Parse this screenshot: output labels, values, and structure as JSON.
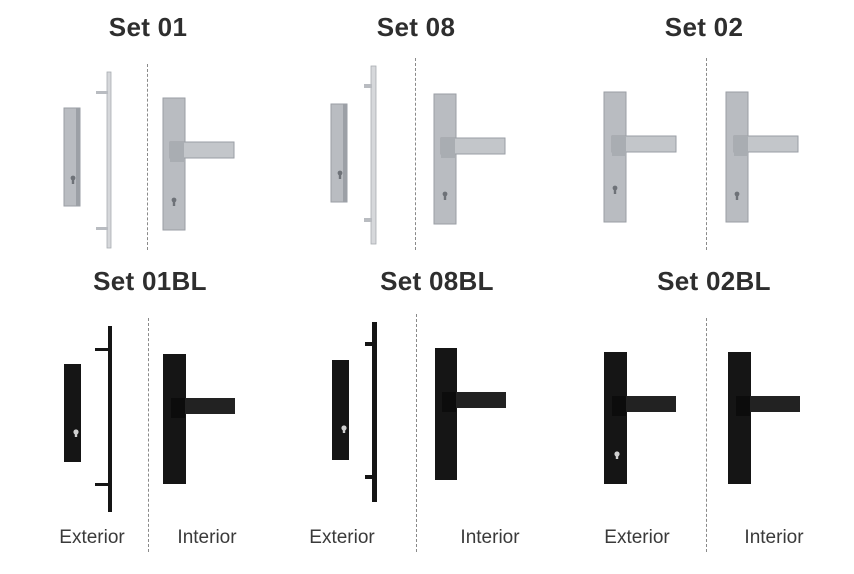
{
  "sets": [
    {
      "name": "Set 01",
      "finish": "silver",
      "exterior": "pull-handle-and-cylinder-plate",
      "interior": "lever-handle"
    },
    {
      "name": "Set 08",
      "finish": "silver",
      "exterior": "pull-handle-and-cylinder-plate",
      "interior": "lever-handle"
    },
    {
      "name": "Set 02",
      "finish": "silver",
      "exterior": "lever-handle",
      "interior": "lever-handle"
    },
    {
      "name": "Set 01BL",
      "finish": "black",
      "exterior": "pull-handle-and-cylinder-plate",
      "interior": "lever-handle"
    },
    {
      "name": "Set 08BL",
      "finish": "black",
      "exterior": "pull-handle-and-cylinder-plate",
      "interior": "lever-handle"
    },
    {
      "name": "Set 02BL",
      "finish": "black",
      "exterior": "lever-handle",
      "interior": "lever-handle"
    }
  ],
  "labels": {
    "exterior": "Exterior",
    "interior": "Interior"
  },
  "colors": {
    "silver_plate": "#b9bcc1",
    "silver_edge": "#8f9399",
    "black_plate": "#151515",
    "title": "#2e2e2e"
  }
}
